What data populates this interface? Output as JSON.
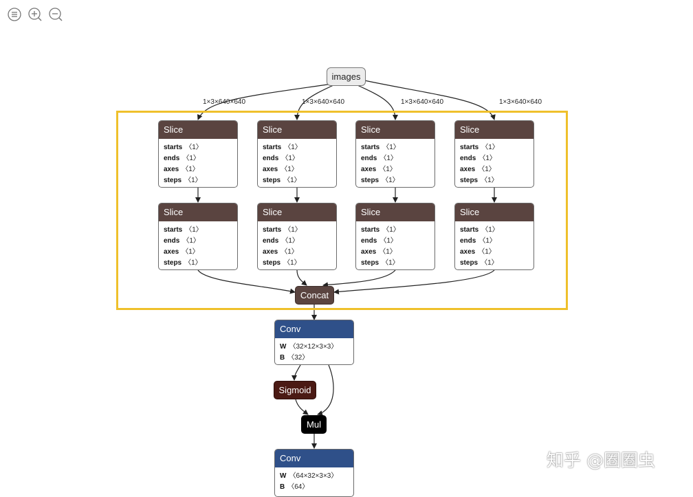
{
  "toolbar": {
    "items": [
      {
        "icon": "sidebar-menu-icon"
      },
      {
        "icon": "zoom-in-icon"
      },
      {
        "icon": "zoom-out-icon"
      }
    ]
  },
  "graph": {
    "input": {
      "label": "images"
    },
    "edge_labels": [
      "1×3×640×640",
      "1×3×640×640",
      "1×3×640×640",
      "1×3×640×640"
    ],
    "slice_attrs": {
      "starts": "starts",
      "ends": "ends",
      "axes": "axes",
      "steps": "steps",
      "value": "〈1〉"
    },
    "slices": [
      {
        "title": "Slice"
      },
      {
        "title": "Slice"
      },
      {
        "title": "Slice"
      },
      {
        "title": "Slice"
      },
      {
        "title": "Slice"
      },
      {
        "title": "Slice"
      },
      {
        "title": "Slice"
      },
      {
        "title": "Slice"
      }
    ],
    "concat": {
      "label": "Concat"
    },
    "conv1": {
      "title": "Conv",
      "w_name": "W",
      "w_value": "〈32×12×3×3〉",
      "b_name": "B",
      "b_value": "〈32〉"
    },
    "sigmoid": {
      "label": "Sigmoid"
    },
    "mul": {
      "label": "Mul"
    },
    "conv2": {
      "title": "Conv",
      "w_name": "W",
      "w_value": "〈64×32×3×3〉",
      "b_name": "B",
      "b_value": "〈64〉"
    }
  },
  "colors": {
    "highlight": "#efc02b",
    "slice_header": "#5a4440",
    "conv_header": "#2f5089",
    "sigmoid": "#4b1a14",
    "mul": "#000000"
  },
  "watermark": "知乎 @圈圈虫"
}
